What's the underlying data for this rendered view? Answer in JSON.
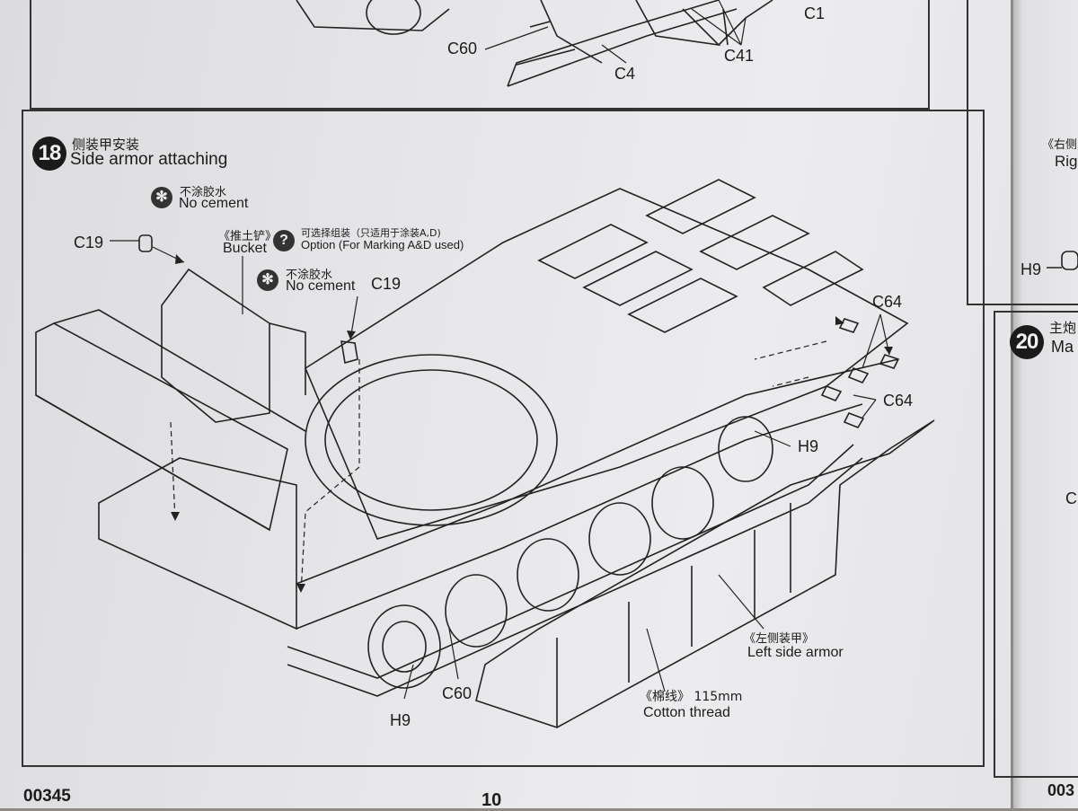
{
  "top_labels": {
    "c60": "C60",
    "c4": "C4",
    "c41": "C41",
    "c1": "C1"
  },
  "step": {
    "number": "18",
    "title_cn": "侧装甲安装",
    "title_en": "Side armor attaching"
  },
  "notes": {
    "no_cement_1_cn": "不涂胶水",
    "no_cement_1_en": "No cement",
    "bucket_cn": "《推土铲》",
    "bucket_en": "Bucket",
    "option_cn": "可选择组装（只适用于涂装A,D)",
    "option_en": "Option (For Marking A&D used)",
    "no_cement_2_cn": "不涂胶水",
    "no_cement_2_en": "No cement",
    "left_armor_cn": "《左侧装甲》",
    "left_armor_en": "Left side armor",
    "thread_cn": "《棉线》 115mm",
    "thread_en": "Cotton thread"
  },
  "part_labels": {
    "c19_a": "C19",
    "c19_b": "C19",
    "c64_a": "C64",
    "c64_b": "C64",
    "h9_a": "H9",
    "h9_b": "H9",
    "c60": "C60"
  },
  "right_page": {
    "cn_1": "《右侧",
    "en_1": "Rig",
    "h9": "H9",
    "step_number": "20",
    "step_cn": "主炮",
    "step_en": "Ma",
    "letter": "C",
    "footer": "003"
  },
  "footer": {
    "code": "00345",
    "page": "10"
  },
  "icons": {
    "no_cement": "no-cement-icon",
    "option": "question-icon"
  }
}
